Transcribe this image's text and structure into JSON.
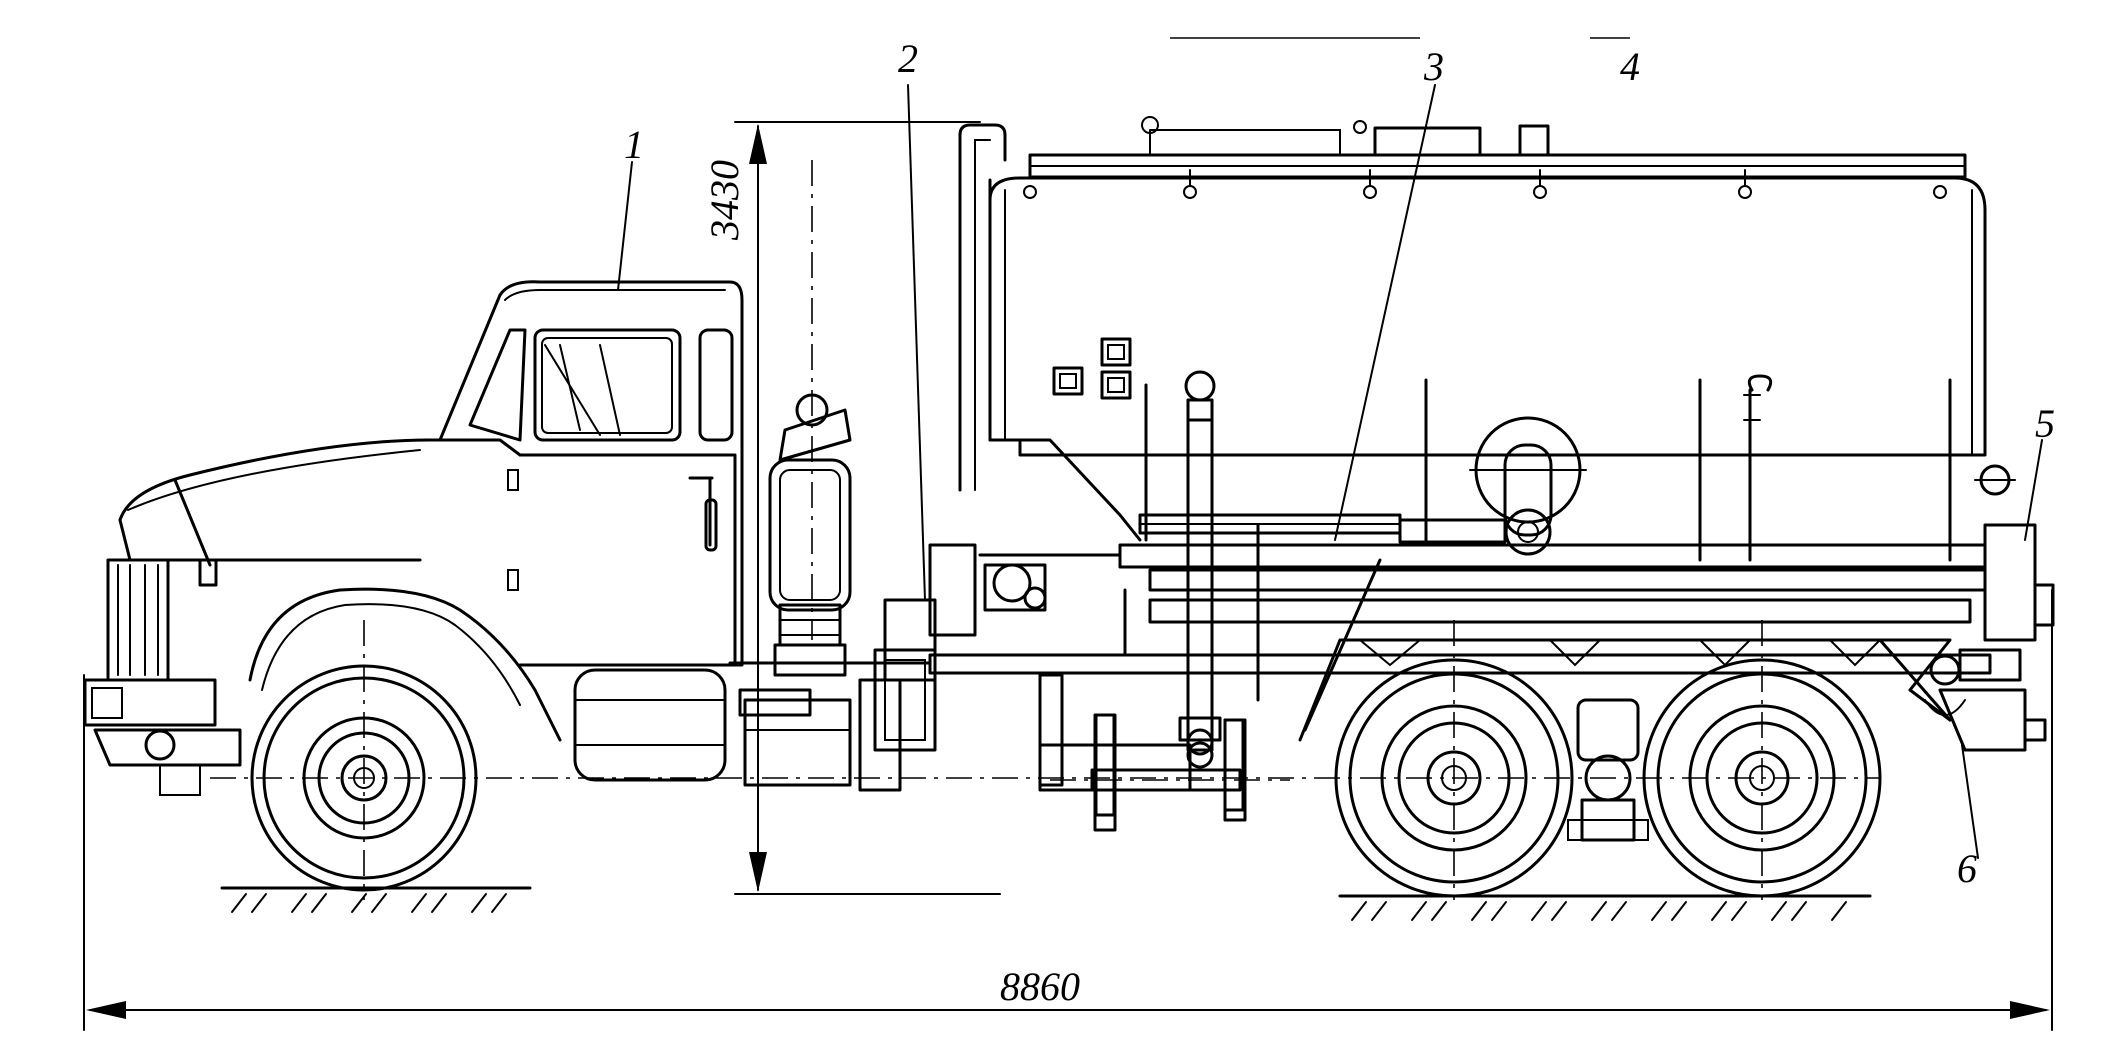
{
  "callouts": [
    {
      "id": "1",
      "text": "1"
    },
    {
      "id": "2",
      "text": "2"
    },
    {
      "id": "3",
      "text": "3"
    },
    {
      "id": "4",
      "text": "4"
    },
    {
      "id": "5",
      "text": "5"
    },
    {
      "id": "6",
      "text": "6"
    }
  ],
  "dimensions": {
    "height": "3430",
    "length": "8860"
  },
  "colors": {
    "ink": "#000000",
    "paper": "#ffffff"
  }
}
